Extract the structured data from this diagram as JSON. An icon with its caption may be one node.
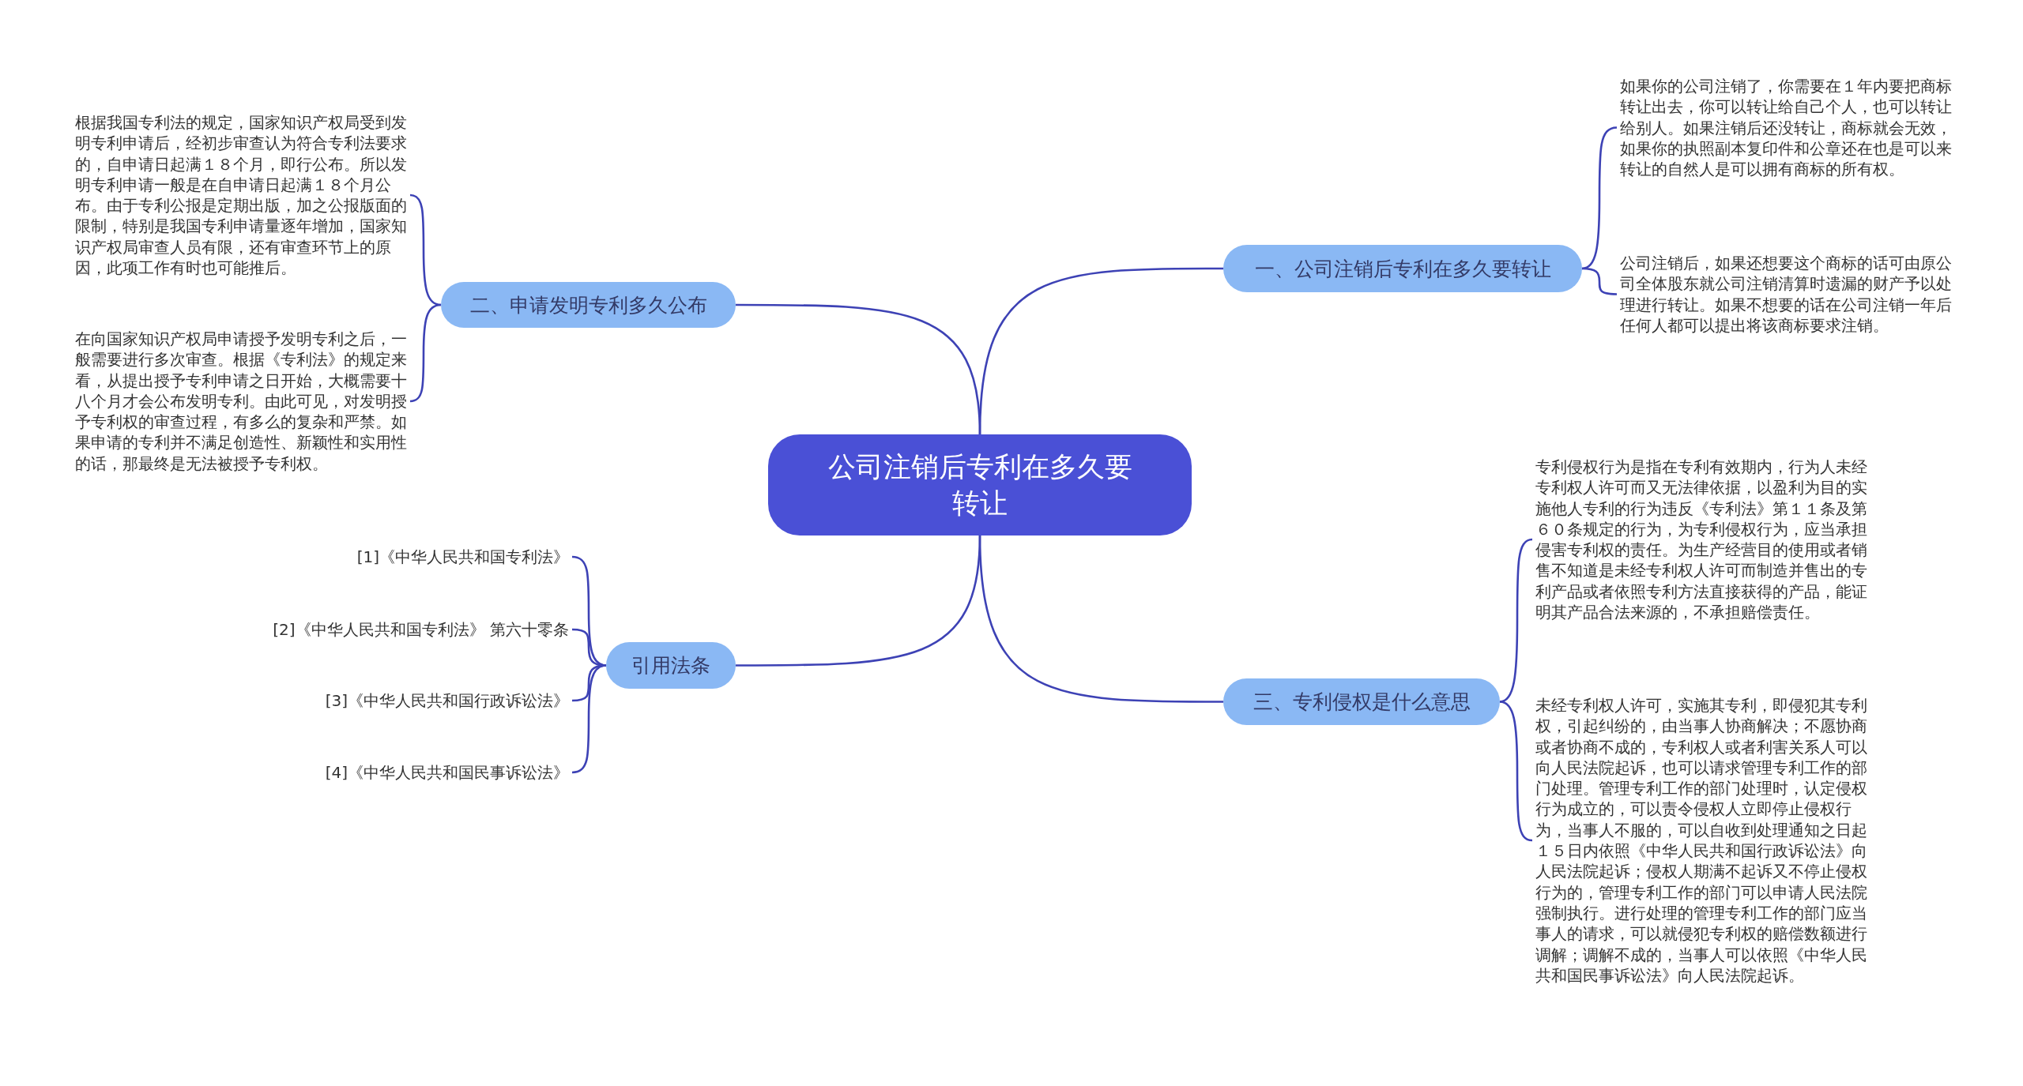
{
  "diagram": {
    "nodes": [
      {
        "text": [
          "公司注销后专利在多久要转让"
        ]
      },
      {
        "text": [
          "一、公司注销后专利在多久要转让"
        ]
      },
      {
        "text": [
          "如果你的公司注销了，你需要在１年内要把商标转让出去，你可以转让给自己个人，也可以转让给别人。如果注销后还没转让，商标就会无效，如果你的执照副本复印件和公章还在也是可以来转让的自然人是可以拥有商标的所有权。"
        ]
      },
      {
        "text": [
          "公司注销后，如果还想要这个商标的话可由原公司全体股东就公司注销清算时遗漏的财产予以处理进行转让。如果不想要的话在公司注销一年后任何人都可以提出将该商标要求注销。"
        ]
      },
      {
        "text": [
          "二、申请发明专利多久公布"
        ]
      },
      {
        "text": [
          "根据我国专利法的规定，国家知识产权局受到发明专利申请后，经初步审查认为符合专利法要求的，自申请日起满１８个月，即行公布。所以发明专利申请一般是在自申请日起满１８个月公布。由于专利公报是定期出版，加之公报版面的限制，特别是我国专利申请量逐年增加，国家知识产权局审查人员有限，还有审查环节上的原因，此项工作有时也可能推后。"
        ]
      },
      {
        "text": [
          "在向国家知识产权局申请授予发明专利之后，一般需要进行多次审查。根据《专利法》的规定来看，从提出授予专利申请之日开始，大概需要十八个月才会公布发明专利。由此可见，对发明授予专利权的审查过程，有多么的复杂和严禁。如果申请的专利并不满足创造性、新颖性和实用性的话，那最终是无法被授予专利权。"
        ]
      },
      {
        "text": [
          "三、专利侵权是什么意思"
        ]
      },
      {
        "text": [
          "专利侵权行为是指在专利有效期内，行为人未经专利权人许可而又无法律依据，以盈利为目的实施他人专利的行为违反《专利法》第１１条及第６０条规定的行为，为专利侵权行为，应当承担侵害专利权的责任。为生产经营目的使用或者销售不知道是未经专利权人许可而制造并售出的专利产品或者依照专利方法直接获得的产品，能证明其产品合法来源的，不承担赔偿责任。"
        ]
      },
      {
        "text": [
          "未经专利权人许可，实施其专利，即侵犯其专利权，引起纠纷的，由当事人协商解决；不愿协商或者协商不成的，专利权人或者利害关系人可以向人民法院起诉，也可以请求管理专利工作的部门处理。管理专利工作的部门处理时，认定侵权行为成立的，可以责令侵权人立即停止侵权行为，当事人不服的，可以自收到处理通知之日起１５日内依照《中华人民共和国行政诉讼法》向人民法院起诉；侵权人期满不起诉又不停止侵权行为的，管理专利工作的部门可以申请人民法院强制执行。进行处理的管理专利工作的部门应当事人的请求，可以就侵犯专利权的赔偿数额进行调解；调解不成的，当事人可以依照《中华人民共和国民事诉讼法》向人民法院起诉。"
        ]
      },
      {
        "text": [
          "引用法条"
        ]
      },
      {
        "text": [
          "[1]《中华人民共和国专利法》"
        ]
      },
      {
        "text": [
          "[2]《中华人民共和国专利法》 第六十零条"
        ]
      },
      {
        "text": [
          "[3]《中华人民共和国行政诉讼法》"
        ]
      },
      {
        "text": [
          "[4]《中华人民共和国民事诉讼法》"
        ]
      }
    ],
    "edges": [
      {
        "from": 0,
        "to": 1,
        "arrow": "none"
      },
      {
        "from": 1,
        "to": 2,
        "arrow": "none"
      },
      {
        "from": 1,
        "to": 3,
        "arrow": "none"
      },
      {
        "from": 0,
        "to": 4,
        "arrow": "none"
      },
      {
        "from": 4,
        "to": 5,
        "arrow": "none"
      },
      {
        "from": 4,
        "to": 6,
        "arrow": "none"
      },
      {
        "from": 0,
        "to": 7,
        "arrow": "none"
      },
      {
        "from": 7,
        "to": 8,
        "arrow": "none"
      },
      {
        "from": 7,
        "to": 9,
        "arrow": "none"
      },
      {
        "from": 0,
        "to": 10,
        "arrow": "none"
      },
      {
        "from": 10,
        "to": 11,
        "arrow": "none"
      },
      {
        "from": 10,
        "to": 12,
        "arrow": "none"
      },
      {
        "from": 10,
        "to": 13,
        "arrow": "none"
      },
      {
        "from": 10,
        "to": 14,
        "arrow": "none"
      }
    ]
  }
}
